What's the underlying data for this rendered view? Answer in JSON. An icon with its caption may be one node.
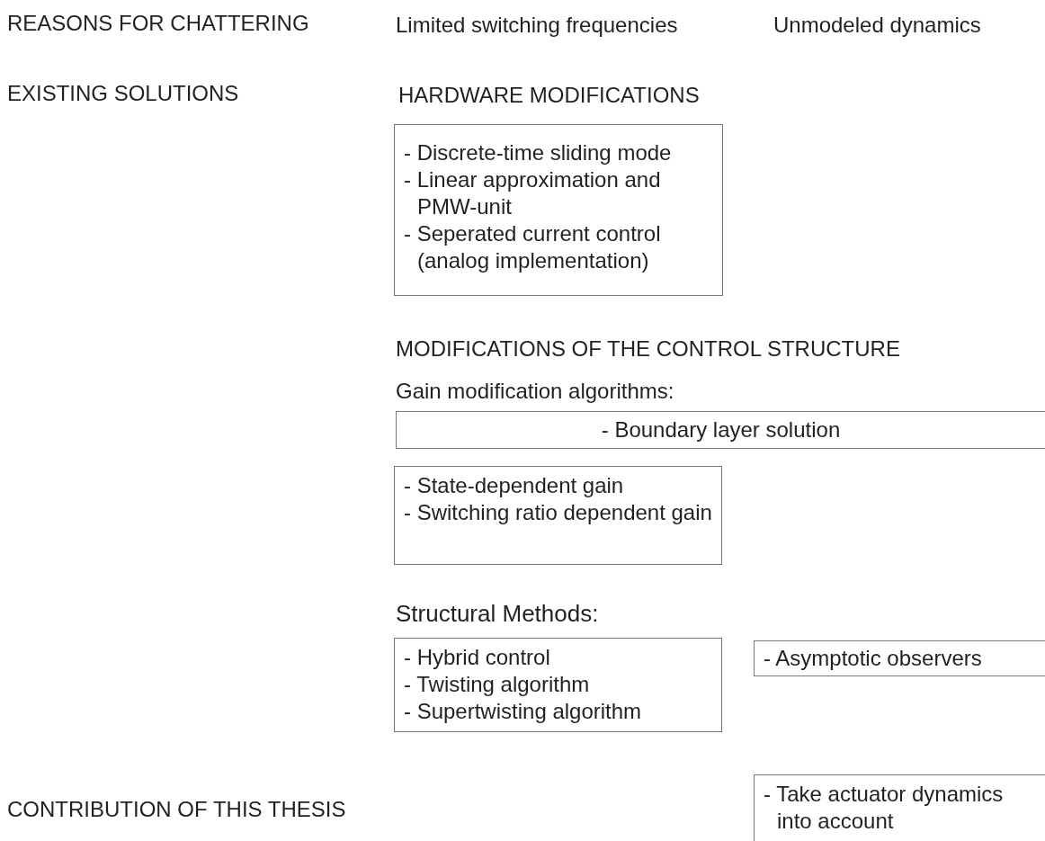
{
  "diagram": {
    "nodes": [
      {
        "text": [
          "- Discrete-time sliding mode",
          "- Linear approximation and PMW-unit",
          "- Seperated current control (analog implementation)"
        ]
      },
      {
        "text": [
          "- Boundary layer solution"
        ]
      },
      {
        "text": [
          "- State-dependent gain",
          "- Switching ratio dependent gain"
        ]
      },
      {
        "text": [
          "- Hybrid control",
          "- Twisting algorithm",
          "- Supertwisting algorithm"
        ]
      },
      {
        "text": [
          "- Asymptotic observers"
        ]
      },
      {
        "text": [
          "- Take actuator dynamics into account"
        ]
      }
    ],
    "labels": [
      "REASONS FOR CHATTERING",
      "Limited switching frequencies",
      "Unmodeled dynamics",
      "EXISTING SOLUTIONS",
      "HARDWARE MODIFICATIONS",
      "MODIFICATIONS OF THE CONTROL STRUCTURE",
      "Gain modification algorithms:",
      "Structural Methods:",
      "CONTRIBUTION OF THIS THESIS"
    ]
  }
}
